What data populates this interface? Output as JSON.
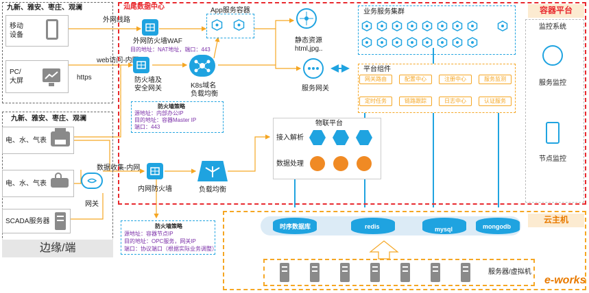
{
  "edge": {
    "group1_title": "九新、雅安、枣庄、观澜",
    "group2_title": "九新、雅安、枣庄、观澜",
    "mobile_label": "移动\n设备",
    "pc_label": "PC/\n大屏",
    "https_label": "https",
    "utility1_label": "电、水、气表",
    "utility2_label": "电、水、气表",
    "scada_label": "SCADA服务器",
    "gateway_label": "网关",
    "edge_footer": "边缘/端"
  },
  "links": {
    "extranet_line": "外网线路",
    "web_intranet": "web访问-内网",
    "data_collect": "数据收集-内网"
  },
  "datacenter": {
    "title": "汕尾数据中心",
    "waf_label": "外网防火墙WAF",
    "waf_note": "目的地址：NAT地址，端口：443",
    "fw_label": "防火墙及\n安全网关",
    "k8s_label": "K8s域名\n负载均衡",
    "app_container": "App服务容器",
    "static_res": "静态资源\nhtml,jpg..",
    "service_gateway": "服务网关",
    "inner_fw": "内网防火墙",
    "load_balance": "负载均衡"
  },
  "fw_policy1": {
    "title": "防火墙策略",
    "line1": "源地址：内部办公IP",
    "line2": "目的地址：容器Master IP",
    "line3": "端口：443"
  },
  "fw_policy2": {
    "title": "防火墙策略",
    "line1": "源地址：容器节点IP",
    "line2": "目的地址：OPC服务，网关IP",
    "line3": "端口：协议端口（根据实际业务调整）"
  },
  "business": {
    "cluster_title": "业务服务集群",
    "platform_title": "平台组件",
    "components": [
      "网关路由",
      "配置中心",
      "注册中心",
      "服务监测",
      "定时任务",
      "链路跟踪",
      "日志中心",
      "认证服务"
    ]
  },
  "iot": {
    "title": "物联平台",
    "ingest": "接入解析",
    "processing": "数据处理"
  },
  "container_platform": {
    "title": "容器平台",
    "monitor_system": "监控系统",
    "service_monitor": "服务监控",
    "node_monitor": "节点监控"
  },
  "cloud": {
    "title": "云主机",
    "dbs": [
      "时序数据库",
      "redis",
      "mysql",
      "mongodb"
    ],
    "servers_label": "服务器/虚拟机"
  },
  "watermark": "e-works",
  "colors": {
    "blue": "#1fa3e0",
    "orange": "#f5a623",
    "red": "#e8292e",
    "purple": "#7b2fa8",
    "gray": "#9a9a9a"
  }
}
